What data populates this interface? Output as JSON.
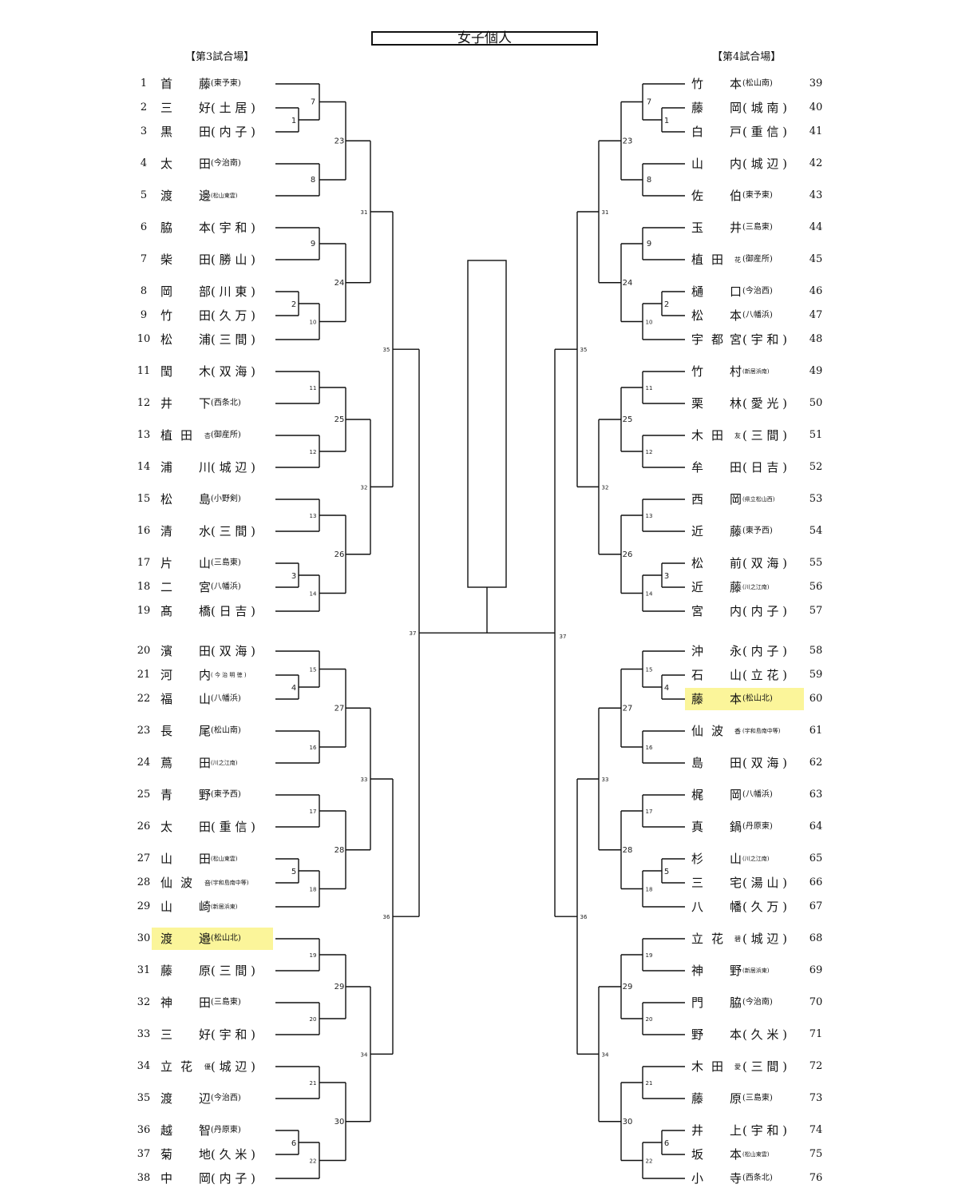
{
  "title": "女子個人",
  "venue_left": "【第3試合場】",
  "venue_right": "【第4試合場】",
  "left_players": [
    {
      "seed": "1",
      "c": [
        "首",
        "",
        "藤"
      ],
      "g": "",
      "school": "(東予東)"
    },
    {
      "seed": "2",
      "c": [
        "三",
        "",
        "好"
      ],
      "g": "",
      "school": "( 土 居 )"
    },
    {
      "seed": "3",
      "c": [
        "黒",
        "",
        "田"
      ],
      "g": "",
      "school": "( 内 子 )"
    },
    {
      "seed": "4",
      "c": [
        "太",
        "",
        "田"
      ],
      "g": "",
      "school": "(今治南)"
    },
    {
      "seed": "5",
      "c": [
        "渡",
        "",
        "邊"
      ],
      "g": "",
      "school": "(松山東雲)"
    },
    {
      "seed": "6",
      "c": [
        "脇",
        "",
        "本"
      ],
      "g": "",
      "school": "( 宇 和 )"
    },
    {
      "seed": "7",
      "c": [
        "柴",
        "",
        "田"
      ],
      "g": "",
      "school": "( 勝 山 )"
    },
    {
      "seed": "8",
      "c": [
        "岡",
        "",
        "部"
      ],
      "g": "",
      "school": "( 川 東 )"
    },
    {
      "seed": "9",
      "c": [
        "竹",
        "",
        "田"
      ],
      "g": "",
      "school": "( 久 万 )"
    },
    {
      "seed": "10",
      "c": [
        "松",
        "",
        "浦"
      ],
      "g": "",
      "school": "( 三 間 )"
    },
    {
      "seed": "11",
      "c": [
        "閠",
        "",
        "木"
      ],
      "g": "",
      "school": "( 双 海 )"
    },
    {
      "seed": "12",
      "c": [
        "井",
        "",
        "下"
      ],
      "g": "",
      "school": "(西条北)"
    },
    {
      "seed": "13",
      "c": [
        "植",
        "田",
        ""
      ],
      "g": "杏",
      "school": "(御産所)"
    },
    {
      "seed": "14",
      "c": [
        "浦",
        "",
        "川"
      ],
      "g": "",
      "school": "( 城 辺 )"
    },
    {
      "seed": "15",
      "c": [
        "松",
        "",
        "島"
      ],
      "g": "",
      "school": "(小野剣)"
    },
    {
      "seed": "16",
      "c": [
        "清",
        "",
        "水"
      ],
      "g": "",
      "school": "( 三 間 )"
    },
    {
      "seed": "17",
      "c": [
        "片",
        "",
        "山"
      ],
      "g": "",
      "school": "(三島東)"
    },
    {
      "seed": "18",
      "c": [
        "二",
        "",
        "宮"
      ],
      "g": "",
      "school": "(八幡浜)"
    },
    {
      "seed": "19",
      "c": [
        "髙",
        "",
        "橋"
      ],
      "g": "",
      "school": "( 日 吉 )"
    },
    {
      "seed": "20",
      "c": [
        "濱",
        "",
        "田"
      ],
      "g": "",
      "school": "( 双 海 )"
    },
    {
      "seed": "21",
      "c": [
        "河",
        "",
        "内"
      ],
      "g": "",
      "school": "( 今 治 明 徳 )"
    },
    {
      "seed": "22",
      "c": [
        "福",
        "",
        "山"
      ],
      "g": "",
      "school": "(八幡浜)"
    },
    {
      "seed": "23",
      "c": [
        "長",
        "",
        "尾"
      ],
      "g": "",
      "school": "(松山南)"
    },
    {
      "seed": "24",
      "c": [
        "蔦",
        "",
        "田"
      ],
      "g": "",
      "school": "(川之江南)"
    },
    {
      "seed": "25",
      "c": [
        "青",
        "",
        "野"
      ],
      "g": "",
      "school": "(東予西)"
    },
    {
      "seed": "26",
      "c": [
        "太",
        "",
        "田"
      ],
      "g": "",
      "school": "( 重 信 )"
    },
    {
      "seed": "27",
      "c": [
        "山",
        "",
        "田"
      ],
      "g": "",
      "school": "(松山東雲)"
    },
    {
      "seed": "28",
      "c": [
        "仙",
        "波",
        ""
      ],
      "g": "音",
      "school": "(宇和島南中等)"
    },
    {
      "seed": "29",
      "c": [
        "山",
        "",
        "崎"
      ],
      "g": "",
      "school": "(新居浜東)"
    },
    {
      "seed": "30",
      "c": [
        "渡",
        "",
        "邉"
      ],
      "g": "",
      "school": "(松山北)"
    },
    {
      "seed": "31",
      "c": [
        "藤",
        "",
        "原"
      ],
      "g": "",
      "school": "( 三 間 )"
    },
    {
      "seed": "32",
      "c": [
        "神",
        "",
        "田"
      ],
      "g": "",
      "school": "(三島東)"
    },
    {
      "seed": "33",
      "c": [
        "三",
        "",
        "好"
      ],
      "g": "",
      "school": "( 宇 和 )"
    },
    {
      "seed": "34",
      "c": [
        "立",
        "花",
        ""
      ],
      "g": "優",
      "school": "( 城 辺 )"
    },
    {
      "seed": "35",
      "c": [
        "渡",
        "",
        "辺"
      ],
      "g": "",
      "school": "(今治西)"
    },
    {
      "seed": "36",
      "c": [
        "越",
        "",
        "智"
      ],
      "g": "",
      "school": "(丹原東)"
    },
    {
      "seed": "37",
      "c": [
        "菊",
        "",
        "地"
      ],
      "g": "",
      "school": "( 久 米 )"
    },
    {
      "seed": "38",
      "c": [
        "中",
        "",
        "岡"
      ],
      "g": "",
      "school": "( 内 子 )"
    }
  ],
  "right_players": [
    {
      "seed": "39",
      "c": [
        "竹",
        "",
        "本"
      ],
      "g": "",
      "school": "(松山南)"
    },
    {
      "seed": "40",
      "c": [
        "藤",
        "",
        "岡"
      ],
      "g": "",
      "school": "( 城 南 )"
    },
    {
      "seed": "41",
      "c": [
        "白",
        "",
        "戸"
      ],
      "g": "",
      "school": "( 重 信 )"
    },
    {
      "seed": "42",
      "c": [
        "山",
        "",
        "内"
      ],
      "g": "",
      "school": "( 城 辺 )"
    },
    {
      "seed": "43",
      "c": [
        "佐",
        "",
        "伯"
      ],
      "g": "",
      "school": "(東予東)"
    },
    {
      "seed": "44",
      "c": [
        "玉",
        "",
        "井"
      ],
      "g": "",
      "school": "(三島東)"
    },
    {
      "seed": "45",
      "c": [
        "植",
        "田",
        ""
      ],
      "g": "花",
      "school": "(御産所)"
    },
    {
      "seed": "46",
      "c": [
        "樋",
        "",
        "口"
      ],
      "g": "",
      "school": "(今治西)"
    },
    {
      "seed": "47",
      "c": [
        "松",
        "",
        "本"
      ],
      "g": "",
      "school": "(八幡浜)"
    },
    {
      "seed": "48",
      "c": [
        "宇",
        "都",
        "宮"
      ],
      "g": "",
      "school": "( 宇 和 )"
    },
    {
      "seed": "49",
      "c": [
        "竹",
        "",
        "村"
      ],
      "g": "",
      "school": "(新居浜南)"
    },
    {
      "seed": "50",
      "c": [
        "栗",
        "",
        "林"
      ],
      "g": "",
      "school": "( 愛 光 )"
    },
    {
      "seed": "51",
      "c": [
        "木",
        "田",
        ""
      ],
      "g": "友",
      "school": "( 三 間 )"
    },
    {
      "seed": "52",
      "c": [
        "牟",
        "",
        "田"
      ],
      "g": "",
      "school": "( 日 吉 )"
    },
    {
      "seed": "53",
      "c": [
        "西",
        "",
        "岡"
      ],
      "g": "",
      "school": "(県立松山西)"
    },
    {
      "seed": "54",
      "c": [
        "近",
        "",
        "藤"
      ],
      "g": "",
      "school": "(東予西)"
    },
    {
      "seed": "55",
      "c": [
        "松",
        "",
        "前"
      ],
      "g": "",
      "school": "( 双 海 )"
    },
    {
      "seed": "56",
      "c": [
        "近",
        "",
        "藤"
      ],
      "g": "",
      "school": "(川之江南)"
    },
    {
      "seed": "57",
      "c": [
        "宮",
        "",
        "内"
      ],
      "g": "",
      "school": "( 内 子 )"
    },
    {
      "seed": "58",
      "c": [
        "沖",
        "",
        "永"
      ],
      "g": "",
      "school": "( 内 子 )"
    },
    {
      "seed": "59",
      "c": [
        "石",
        "",
        "山"
      ],
      "g": "",
      "school": "( 立 花 )"
    },
    {
      "seed": "60",
      "c": [
        "藤",
        "",
        "本"
      ],
      "g": "",
      "school": "(松山北)"
    },
    {
      "seed": "61",
      "c": [
        "仙",
        "波",
        ""
      ],
      "g": "香",
      "school": "(宇和島南中等)"
    },
    {
      "seed": "62",
      "c": [
        "島",
        "",
        "田"
      ],
      "g": "",
      "school": "( 双 海 )"
    },
    {
      "seed": "63",
      "c": [
        "梶",
        "",
        "岡"
      ],
      "g": "",
      "school": "(八幡浜)"
    },
    {
      "seed": "64",
      "c": [
        "真",
        "",
        "鍋"
      ],
      "g": "",
      "school": "(丹原東)"
    },
    {
      "seed": "65",
      "c": [
        "杉",
        "",
        "山"
      ],
      "g": "",
      "school": "(川之江南)"
    },
    {
      "seed": "66",
      "c": [
        "三",
        "",
        "宅"
      ],
      "g": "",
      "school": "( 湯 山 )"
    },
    {
      "seed": "67",
      "c": [
        "八",
        "",
        "幡"
      ],
      "g": "",
      "school": "( 久 万 )"
    },
    {
      "seed": "68",
      "c": [
        "立",
        "花",
        ""
      ],
      "g": "碧",
      "school": "( 城 辺 )"
    },
    {
      "seed": "69",
      "c": [
        "神",
        "",
        "野"
      ],
      "g": "",
      "school": "(新居浜東)"
    },
    {
      "seed": "70",
      "c": [
        "門",
        "",
        "脇"
      ],
      "g": "",
      "school": "(今治南)"
    },
    {
      "seed": "71",
      "c": [
        "野",
        "",
        "本"
      ],
      "g": "",
      "school": "( 久 米 )"
    },
    {
      "seed": "72",
      "c": [
        "木",
        "田",
        ""
      ],
      "g": "愛",
      "school": "( 三 間 )"
    },
    {
      "seed": "73",
      "c": [
        "藤",
        "",
        "原"
      ],
      "g": "",
      "school": "(三島東)"
    },
    {
      "seed": "74",
      "c": [
        "井",
        "",
        "上"
      ],
      "g": "",
      "school": "( 宇 和 )"
    },
    {
      "seed": "75",
      "c": [
        "坂",
        "",
        "本"
      ],
      "g": "",
      "school": "(松山東雲)"
    },
    {
      "seed": "76",
      "c": [
        "小",
        "",
        "寺"
      ],
      "g": "",
      "school": "(西条北)"
    }
  ],
  "match_labels": {
    "prelim": [
      "1",
      "2",
      "3",
      "4",
      "5",
      "6"
    ],
    "r1": [
      "7",
      "8",
      "9",
      "10",
      "11",
      "12",
      "13",
      "14",
      "15",
      "16",
      "17",
      "18",
      "19",
      "20",
      "21",
      "22"
    ],
    "r2": [
      "23",
      "24",
      "25",
      "26",
      "27",
      "28",
      "29",
      "30"
    ],
    "r3": [
      "31",
      "32",
      "33",
      "34"
    ],
    "r4": [
      "35",
      "36"
    ],
    "semi": "37"
  },
  "highlight": {
    "left_index": 29,
    "right_index": 21,
    "color": "#fbf59a"
  }
}
